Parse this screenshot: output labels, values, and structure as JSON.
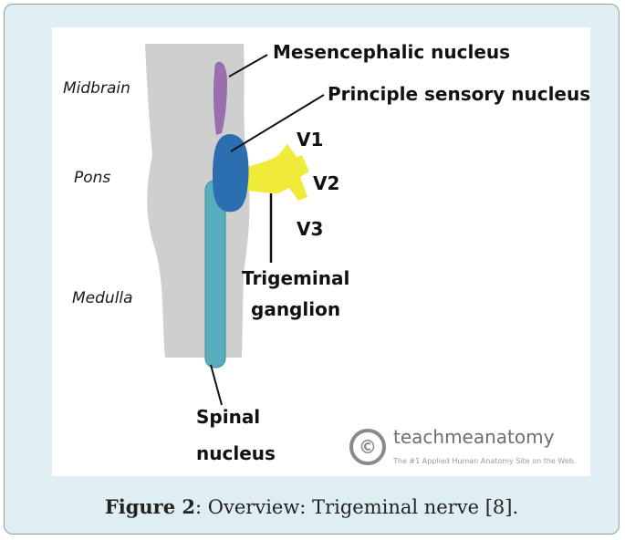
{
  "diagram": {
    "region_labels": {
      "midbrain": "Midbrain",
      "pons": "Pons",
      "medulla": "Medulla"
    },
    "callouts": {
      "mesencephalic": "Mesencephalic nucleus",
      "principle_sensory": "Principle sensory nucleus",
      "v1": "V1",
      "v2": "V2",
      "v3": "V3",
      "trigeminal_line1": "Trigeminal",
      "trigeminal_line2": "ganglion",
      "spinal_line1": "Spinal",
      "spinal_line2": "nucleus"
    },
    "colors": {
      "brainstem": "#cfcfcf",
      "mesencephalic": "#9a6fb0",
      "principle_sensory": "#2c6fb0",
      "spinal": "#58aebd",
      "ganglion": "#f0ea3a",
      "frame_bg": "#dfeef2"
    },
    "watermark": {
      "logo": "©",
      "title": "teachmeanatomy",
      "subtitle": "The #1 Applied Human Anatomy Site on the Web."
    }
  },
  "caption": {
    "label": "Figure 2",
    "text": ": Overview: Trigeminal nerve [8]."
  }
}
